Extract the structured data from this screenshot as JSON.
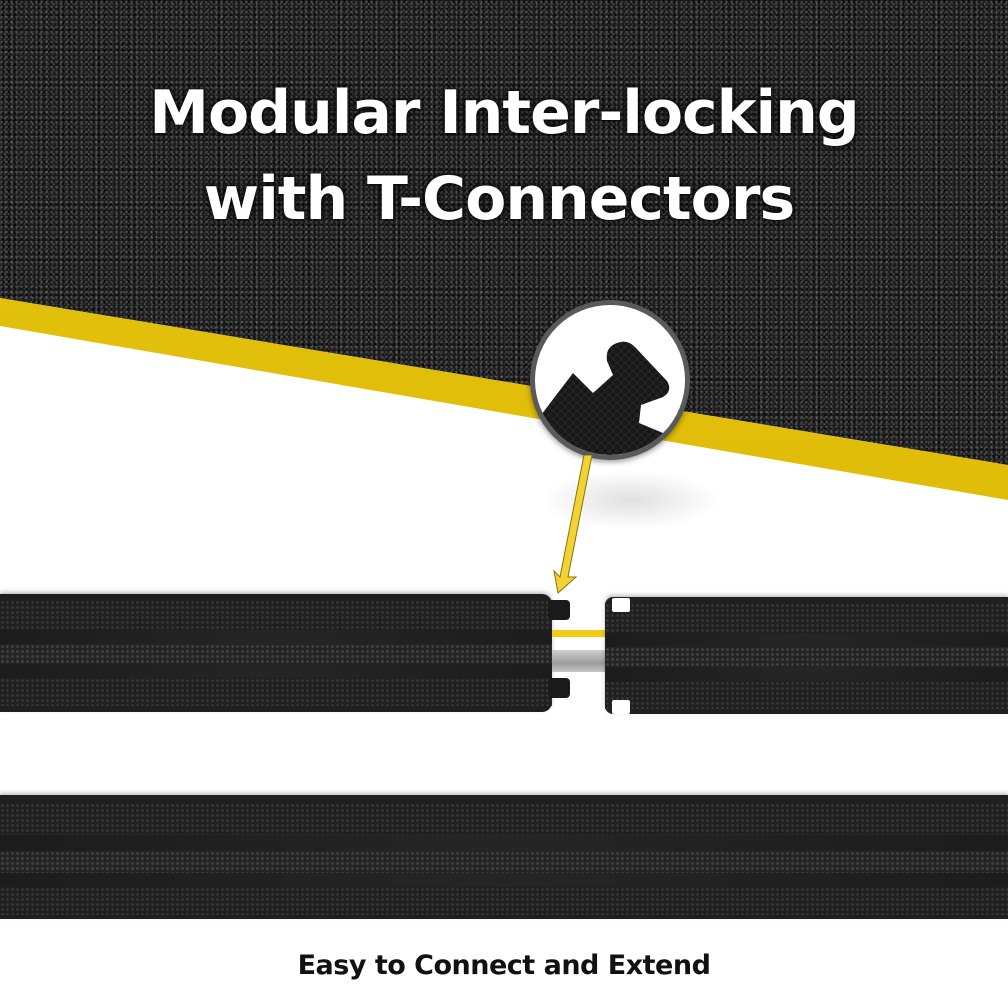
{
  "headline": {
    "line1": "Modular Inter-locking",
    "line2": "with T-Connectors"
  },
  "caption": "Easy to Connect and Extend",
  "illustration": {
    "callout_icon": "t-connector-magnifier-icon",
    "pointer_icon": "arrow-down-icon",
    "top_row_segments": 2,
    "bottom_row_segments": 1
  },
  "colors": {
    "accent_yellow": "#e0bd0a",
    "surface_dark": "#1c1c1c",
    "protector_black": "#1f1f1f",
    "background": "#ffffff",
    "magnifier_ring": "#5a5a5a"
  }
}
